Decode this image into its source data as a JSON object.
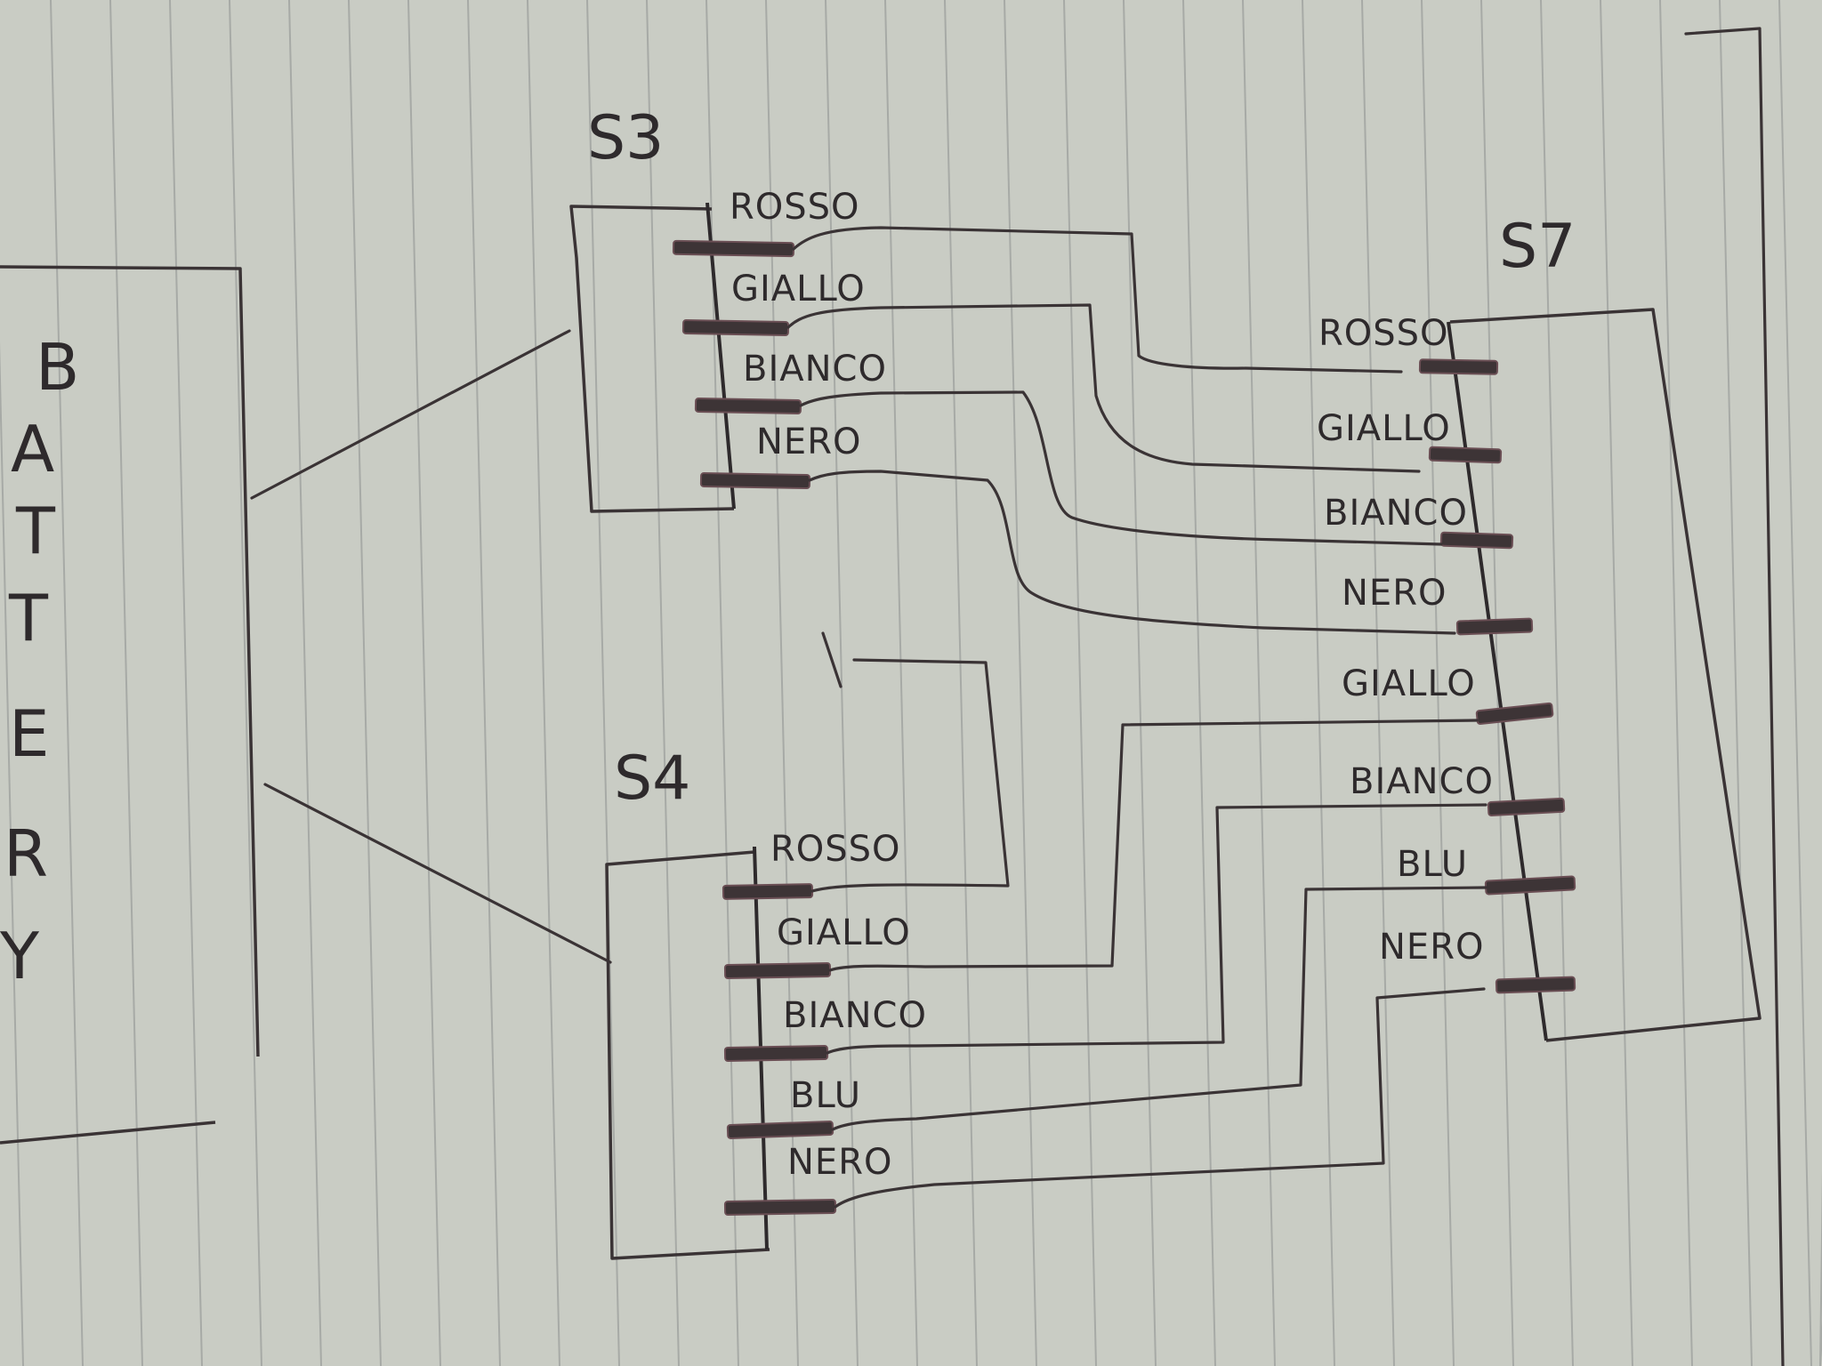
{
  "battery": {
    "letters": [
      "B",
      "A",
      "T",
      "T",
      "E",
      "R",
      "Y"
    ]
  },
  "connectors": {
    "s3": {
      "title": "S3",
      "pins": [
        "ROSSO",
        "GIALLO",
        "BIANCO",
        "NERO"
      ]
    },
    "s4": {
      "title": "S4",
      "pins": [
        "ROSSO",
        "GIALLO",
        "BIANCO",
        "BLU",
        "NERO"
      ]
    },
    "s7": {
      "title": "S7",
      "pins": [
        "ROSSO",
        "GIALLO",
        "BIANCO",
        "NERO",
        "GIALLO",
        "BIANCO",
        "BLU",
        "NERO"
      ]
    }
  },
  "colors": {
    "paper": "#c9ccc4",
    "ink": "#2e2a2c",
    "paper_line": "#a7aaa6"
  }
}
